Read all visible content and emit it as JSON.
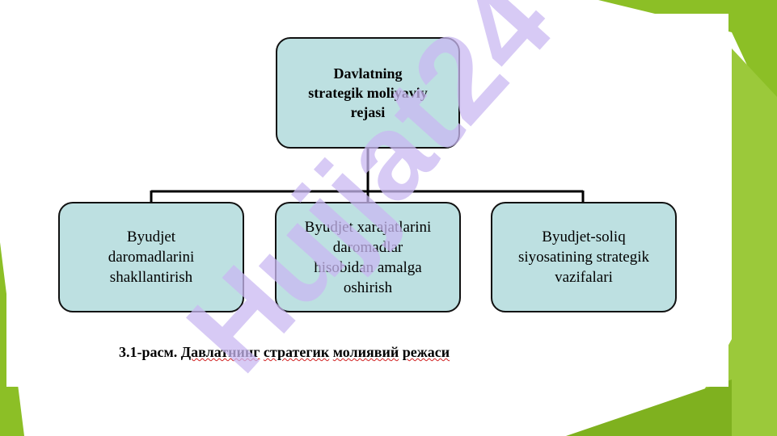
{
  "diagram": {
    "root": {
      "lines": [
        "Davlatning",
        "strategik moliyaviy",
        "rejasi"
      ]
    },
    "children": [
      {
        "lines": [
          "Byudjet",
          "daromadlarini",
          "shakllantirish"
        ]
      },
      {
        "lines": [
          "Byudjet xarajatlarini",
          "daromadlar",
          "hisobidan amalga",
          "oshirish"
        ]
      },
      {
        "lines": [
          "Byudjet-soliq",
          "siyosatining strategik",
          "vazifalari"
        ]
      }
    ],
    "caption": {
      "prefix": "3.1-расм.",
      "words": [
        "Давлатнинг",
        "стратегик",
        "молиявий",
        "режаси"
      ]
    }
  },
  "watermark": {
    "text": "Hujjat24"
  },
  "colors": {
    "box_fill": "#bde0e1",
    "accent_green": "#8cbf26",
    "watermark": "#c9b8f2"
  }
}
